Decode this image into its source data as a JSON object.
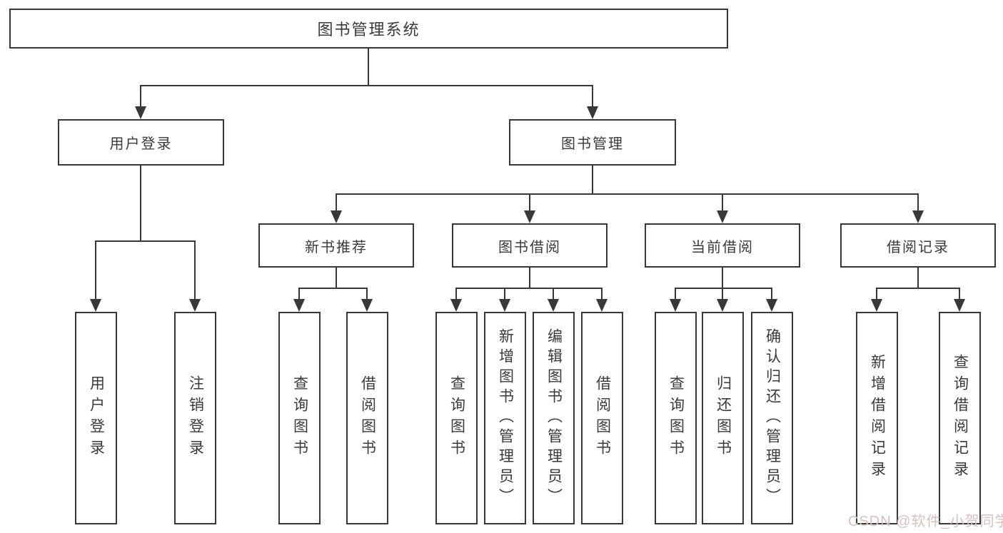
{
  "tree": {
    "label": "图书管理系统",
    "children": [
      {
        "label": "用户登录",
        "children": [
          {
            "label": "用户登录"
          },
          {
            "label": "注销登录"
          }
        ]
      },
      {
        "label": "图书管理",
        "children": [
          {
            "label": "新书推荐",
            "children": [
              {
                "label": "查询图书"
              },
              {
                "label": "借阅图书"
              }
            ]
          },
          {
            "label": "图书借阅",
            "children": [
              {
                "label": "查询图书"
              },
              {
                "label": "新增图书（管理员）"
              },
              {
                "label": "编辑图书（管理员）"
              },
              {
                "label": "借阅图书"
              }
            ]
          },
          {
            "label": "当前借阅",
            "children": [
              {
                "label": "查询图书"
              },
              {
                "label": "归还图书"
              },
              {
                "label": "确认归还（管理员）"
              }
            ]
          },
          {
            "label": "借阅记录",
            "children": [
              {
                "label": "新增借阅记录"
              },
              {
                "label": "查询借阅记录"
              }
            ]
          }
        ]
      }
    ]
  },
  "watermark": {
    "text": "CSDN @软件_小贺同学"
  },
  "colors": {
    "line": "#383838",
    "text": "#3a3a3a",
    "box-bg": "#ffffff",
    "watermark": "#d9bfbf",
    "background": "#ffffff"
  }
}
